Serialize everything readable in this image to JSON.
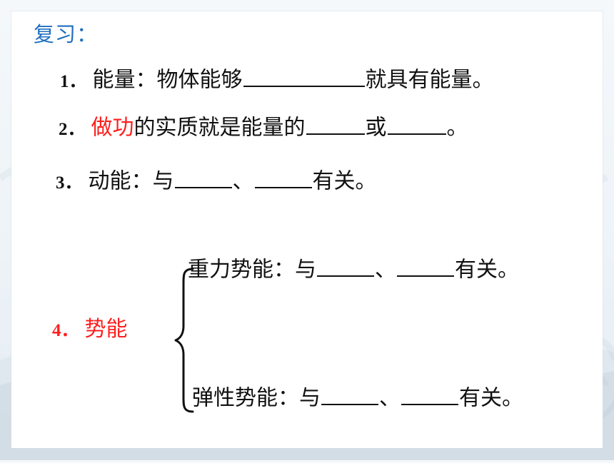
{
  "title": "复习：",
  "items": {
    "one": {
      "number": "1．",
      "text1": "能量：物体能够",
      "text2": "就具有能量。"
    },
    "two": {
      "number": "2．",
      "highlight": "做功",
      "text1": "的实质就是能量的",
      "text2": "或",
      "text3": "。"
    },
    "three": {
      "number": "3．",
      "text1": "动能：与",
      "text2": "、",
      "text3": "有关。"
    },
    "four": {
      "number": "4．",
      "label": "势能",
      "sub1": {
        "text1": "重力势能：与",
        "text2": "、",
        "text3": "有关。"
      },
      "sub2": {
        "text1": "弹性势能：与",
        "text2": "、",
        "text3": "有关。"
      }
    }
  },
  "colors": {
    "title": "#1f6fbf",
    "highlight": "#ff1f1f",
    "text": "#111111",
    "background": "#ffffff"
  }
}
